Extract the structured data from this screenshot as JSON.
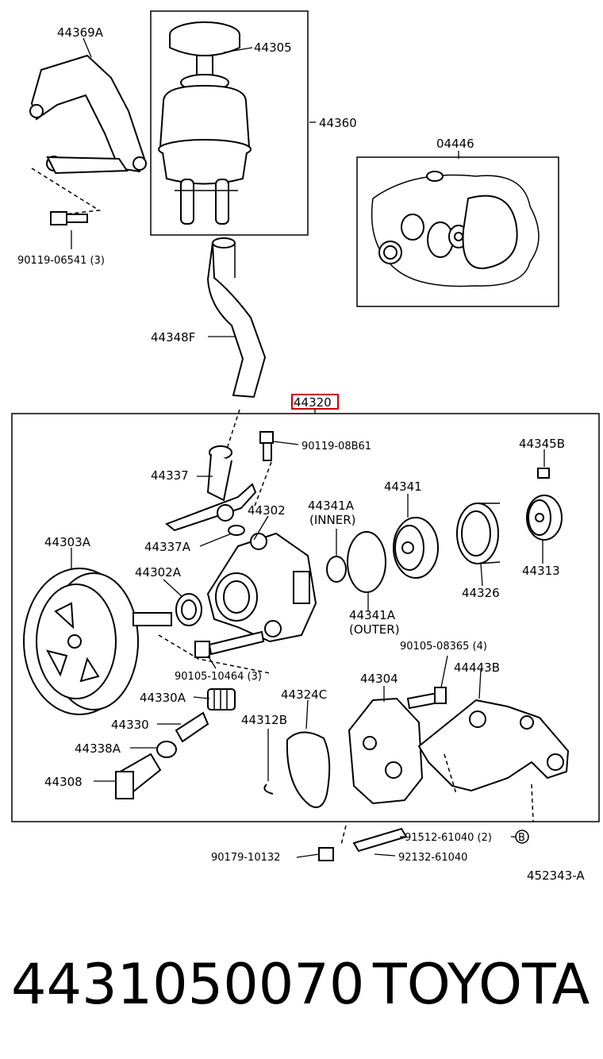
{
  "diagram": {
    "labels": {
      "l44369A": "44369A",
      "l44305": "44305",
      "l44360": "44360",
      "l04446": "04446",
      "l90119_06541": "90119-06541 (3)",
      "l44348F": "44348F",
      "l44320": "44320",
      "l90119_08B61": "90119-08B61",
      "l44345B": "44345B",
      "l44337": "44337",
      "l44341": "44341",
      "l44302": "44302",
      "l44341A_inner": "44341A",
      "l_inner": "(INNER)",
      "l44337A": "44337A",
      "l44303A": "44303A",
      "l44302A": "44302A",
      "l44326": "44326",
      "l44313": "44313",
      "l44341A_outer": "44341A",
      "l_outer": "(OUTER)",
      "l90105_08365": "90105-08365 (4)",
      "l90105_10464": "90105-10464 (3)",
      "l44304": "44304",
      "l44443B": "44443B",
      "l44330A": "44330A",
      "l44324C": "44324C",
      "l44330": "44330",
      "l44312B": "44312B",
      "l44338A": "44338A",
      "l44308": "44308",
      "l91512_61040": "91512-61040 (2)",
      "l_circleB": "B",
      "l90179_10132": "90179-10132",
      "l92132_61040": "92132-61040",
      "l452343A": "452343-A"
    }
  },
  "footer": {
    "part_number": "4431050070",
    "brand": "TOYOTA"
  },
  "colors": {
    "highlight_box": "#cc0000",
    "line": "#000000"
  }
}
